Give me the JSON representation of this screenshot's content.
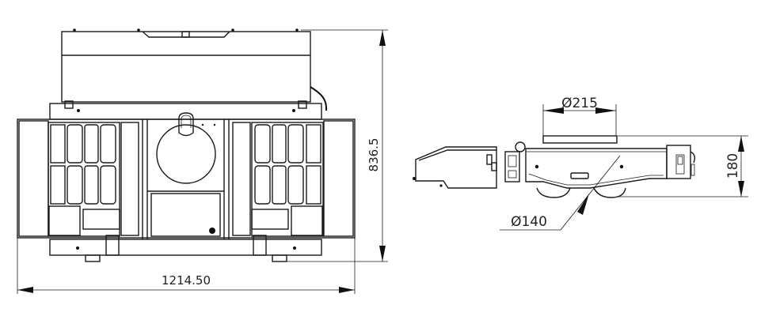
{
  "drawing": {
    "background": "#ffffff",
    "line_color": "#1a1a1a",
    "views": [
      {
        "name": "top-view",
        "dimensions": {
          "width_label": "1214.50",
          "height_label": "836.5"
        }
      },
      {
        "name": "side-view",
        "dimensions": {
          "top_plate_diameter_label": "Ø215",
          "wheel_diameter_label": "Ø140",
          "height_label": "180"
        }
      }
    ]
  }
}
